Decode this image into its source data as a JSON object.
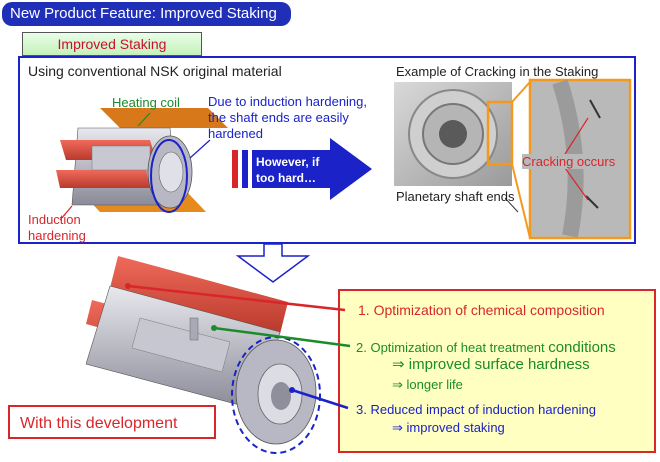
{
  "header": {
    "title": "New Product Feature: Improved Staking",
    "subtitle": "Improved Staking"
  },
  "top_panel": {
    "left_caption": "Using conventional NSK original material",
    "heating_coil": "Heating coil",
    "induction_line1": "Induction",
    "induction_line2": "hardening",
    "note_line1": "Due to induction hardening,",
    "note_line2": "the shaft ends are easily",
    "note_line3": "hardened",
    "arrow_line1": "However, if",
    "arrow_line2": "too hard…",
    "example_title": "Example of Cracking in the Staking",
    "planetary": "Planetary shaft ends",
    "cracking": "Cracking occurs"
  },
  "bottom": {
    "development": "With this development",
    "item1": "1. Optimization of chemical composition",
    "item2_prefix": "2. Optimization of heat treatment ",
    "item2_word": "conditions",
    "item2_sub1": "⇒ improved surface hardness",
    "item2_sub2": "⇒ longer life",
    "item3": "3. Reduced impact of induction hardening",
    "item3_sub": "⇒ improved staking"
  },
  "colors": {
    "blue": "#1a22c8",
    "red": "#d8262b",
    "green": "#1a8c2a",
    "yellow": "#ffffc2"
  }
}
